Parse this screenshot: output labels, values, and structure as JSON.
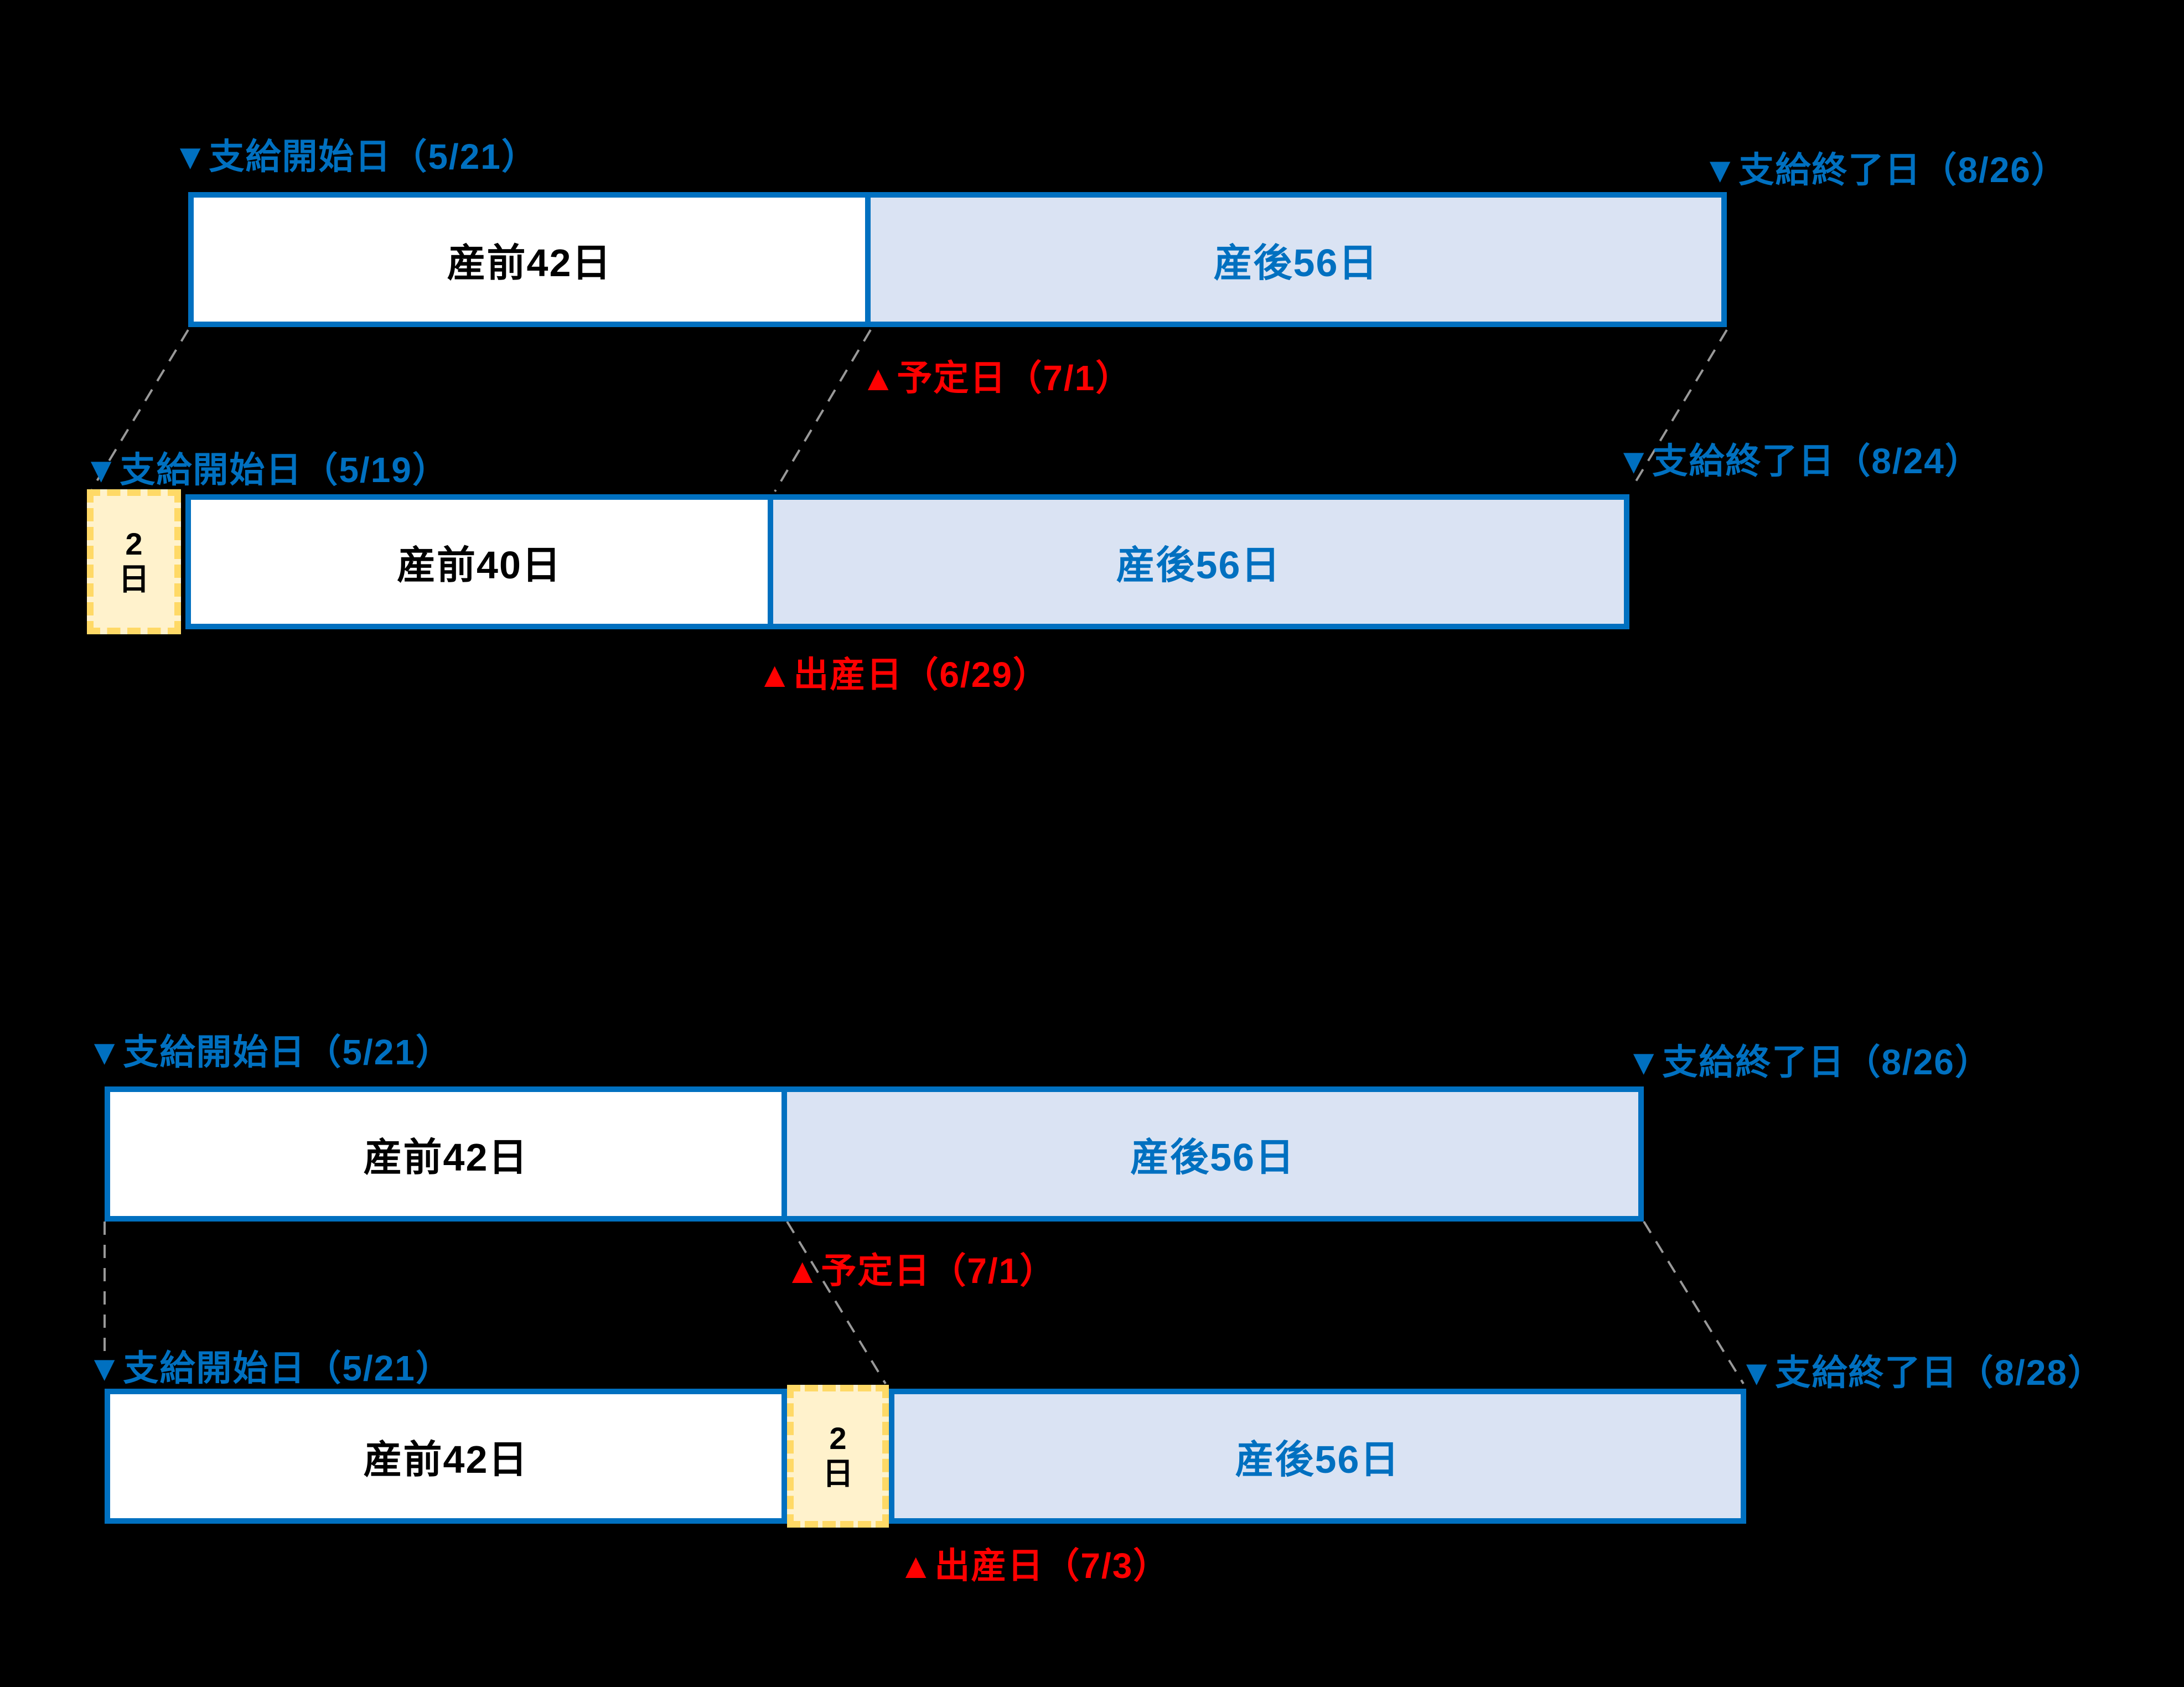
{
  "colors": {
    "background": "#000000",
    "accent_blue": "#0070C0",
    "postnatal_fill": "#DAE3F3",
    "event_red": "#FF0000",
    "shift_box_fill": "#FFF2CC",
    "shift_box_border": "#FFD966",
    "connector_gray": "#999999"
  },
  "scenario1": {
    "expected": {
      "start_label": "▼支給開始日（5/21）",
      "end_label": "▼支給終了日（8/26）",
      "prenatal_label": "産前42日",
      "postnatal_label": "産後56日",
      "due_label": "▲予定日（7/1）"
    },
    "actual": {
      "start_label": "▼支給開始日（5/19）",
      "end_label": "▼支給終了日（8/24）",
      "shift_days": "2日",
      "prenatal_label": "産前40日",
      "postnatal_label": "産後56日",
      "birth_label": "▲出産日（6/29）"
    }
  },
  "scenario2": {
    "expected": {
      "start_label": "▼支給開始日（5/21）",
      "end_label": "▼支給終了日（8/26）",
      "prenatal_label": "産前42日",
      "postnatal_label": "産後56日",
      "due_label": "▲予定日（7/1）"
    },
    "actual": {
      "start_label": "▼支給開始日（5/21）",
      "end_label": "▼支給終了日（8/28）",
      "shift_days": "2日",
      "prenatal_label": "産前42日",
      "postnatal_label": "産後56日",
      "birth_label": "▲出産日（7/3）"
    }
  }
}
